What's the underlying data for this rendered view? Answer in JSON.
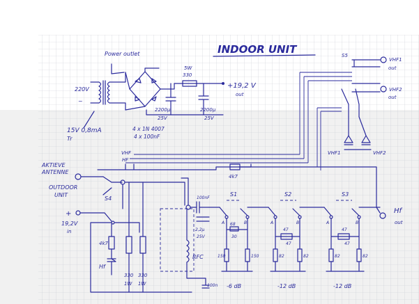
{
  "title": "INDOOR UNIT",
  "labels": {
    "power_outlet": "Power outlet",
    "mains_voltage": "220V",
    "mains_ac": "~",
    "diodes": "4 x 1N 4007",
    "bypass_caps": "4 x 100nF",
    "r_330": "330",
    "r_330_power": "5W",
    "cap1": "2200µ",
    "cap1_voltage": "25V",
    "cap2": "2200µ",
    "cap2_voltage": "25V",
    "output_voltage": "+19,2 V",
    "output_out": "out",
    "transformer_spec": "15V 0,8mA",
    "transformer_note": "Tr",
    "s5": "S5",
    "vhf1": "VHF1",
    "vhf1_out": "out",
    "vhf2": "VHF2",
    "vhf2_out": "out",
    "vhf1_led": "VHF1",
    "vhf2_led": "VHF2",
    "vhf_hf_top": "VHF",
    "vhf_hf_bottom": "HF",
    "active_antenna_1": "AKTIEVE",
    "active_antenna_2": "ANTENNE",
    "outdoor_1": "OUTDOOR",
    "outdoor_2": "UNIT",
    "s4": "S4",
    "r_4k7": "4k7",
    "plus_sign": "+",
    "input_voltage": "19,2V",
    "input_in": "in",
    "led_resistor": "4k7",
    "hf_led": "Hf",
    "ra_value": "330",
    "ra_power": "1W",
    "rb_value": "330",
    "rb_power": "1W",
    "rfc": "RFC",
    "c_100n": "100n",
    "c_100n_coupling": "100nF",
    "c_2u2": "2,2µ",
    "c_2u2_voltage": "25V",
    "s1": "S1",
    "s2": "S2",
    "s3": "S3",
    "port_a": "A",
    "port_b": "B",
    "s1_r1": "68",
    "s1_r2": "30",
    "s1_r3": "150",
    "s1_r4": "150",
    "s1_db": "-6 dB",
    "s2_r1": "47",
    "s2_r2": "47",
    "s2_r3": "82",
    "s2_r4": "82",
    "s2_db": "-12 dB",
    "s3_r1": "47",
    "s3_r2": "47",
    "s3_r3": "82",
    "s3_r4": "82",
    "s3_db": "-12 dB",
    "hf_out": "Hf",
    "hf_out_suffix": "out"
  }
}
